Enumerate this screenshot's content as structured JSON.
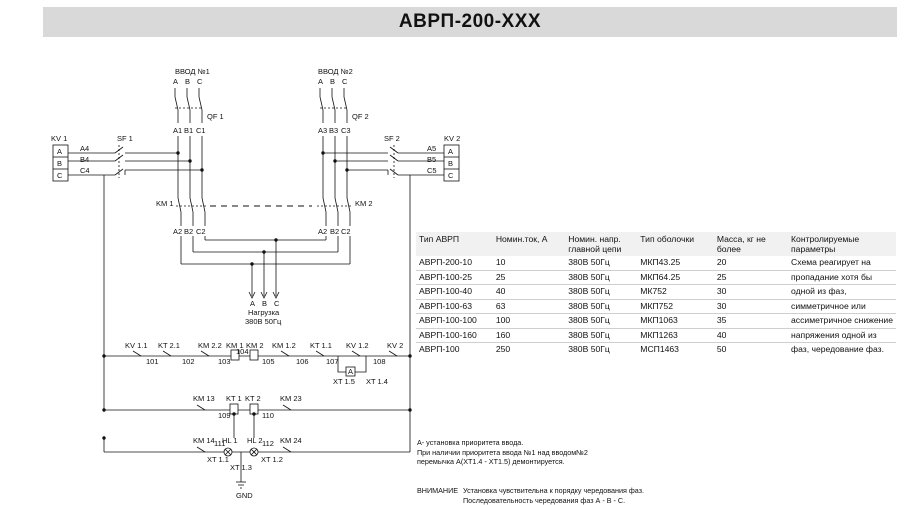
{
  "title": "АВРП-200-ХХХ",
  "table": {
    "headers": [
      "Тип АВРП",
      "Номин.ток, А",
      "Номин. напр. главной цепи",
      "Тип оболочки",
      "Масса, кг не более",
      "Контролируемые параметры"
    ],
    "rows": [
      [
        "АВРП-200-10",
        "10",
        "380В 50Гц",
        "МКП43.25",
        "20"
      ],
      [
        "АВРП-100-25",
        "25",
        "380В 50Гц",
        "МКП64.25",
        "25"
      ],
      [
        "АВРП-100-40",
        "40",
        "380В 50Гц",
        "МК752",
        "30"
      ],
      [
        "АВРП-100-63",
        "63",
        "380В 50Гц",
        "МКП752",
        "30"
      ],
      [
        "АВРП-100-100",
        "100",
        "380В 50Гц",
        "МКП1063",
        "35"
      ],
      [
        "АВРП-100-160",
        "160",
        "380В 50Гц",
        "МКП1263",
        "40"
      ],
      [
        "АВРП-100",
        "250",
        "380В 50Гц",
        "МСП1463",
        "50"
      ]
    ],
    "params": [
      "Схема реагирует на",
      "пропадание хотя бы",
      "одной из фаз,",
      "симметричное или",
      "ассиметричное снижение",
      "напряжения одной из",
      "фаз, чередование фаз."
    ]
  },
  "notes": {
    "line1": "А- установка приоритета ввода.",
    "line2": "При наличии приоритета ввода №1 над вводом№2",
    "line3": "перемычка А(XT1.4 - XT1.5) демонтируется."
  },
  "warning": {
    "label": "ВНИМАНИЕ",
    "line1": "Установка чувствительна к порядку чередования фаз.",
    "line2": "Последовательность чередования фаз  А - В - С."
  },
  "schematic": {
    "input1": "ВВОД №1",
    "input2": "ВВОД №2",
    "phases": [
      "А",
      "В",
      "С"
    ],
    "qf1": "QF 1",
    "qf2": "QF 2",
    "terms_in1": [
      "А1",
      "В1",
      "С1"
    ],
    "terms_in2": [
      "А3",
      "В3",
      "С3"
    ],
    "terms_out1": [
      "А2",
      "В2",
      "С2"
    ],
    "terms_out2": [
      "А2",
      "В2",
      "С2"
    ],
    "kv1": "KV 1",
    "kv2": "KV 2",
    "sf1": "SF 1",
    "sf2": "SF 2",
    "km1": "KM 1",
    "km2": "KM 2",
    "left_phase_wires": [
      "А4",
      "В4",
      "С4"
    ],
    "right_phase_wires": [
      "А5",
      "В5",
      "С5"
    ],
    "load_label1": "Нагрузка",
    "load_label2": "380В 50Гц",
    "ctrl_row1": [
      "KV 1.1",
      "KT 2.1",
      "KM 2.2",
      "KM 1",
      "KM 2",
      "KM 1.2",
      "KT 1.1",
      "KV 1.2",
      "KV 2"
    ],
    "ctrl_row1_nodes": [
      "101",
      "102",
      "103",
      "104",
      "105",
      "106",
      "107",
      "108"
    ],
    "ctrl_row1_term": [
      "XT 1.5",
      "XT 1.4"
    ],
    "ctrl_row1_a": "А",
    "ctrl_row2": [
      "KM 13",
      "KT 1",
      "KT 2",
      "KM 23"
    ],
    "ctrl_row2_nodes": [
      "109",
      "110"
    ],
    "ctrl_row3": [
      "KM 14",
      "HL 1",
      "HL 2",
      "KM 24"
    ],
    "ctrl_row3_nodes": [
      "111",
      "112"
    ],
    "ctrl_row3_terms": [
      "XT 1.1",
      "XT 1.3",
      "XT 1.2"
    ],
    "gnd": "GND"
  }
}
